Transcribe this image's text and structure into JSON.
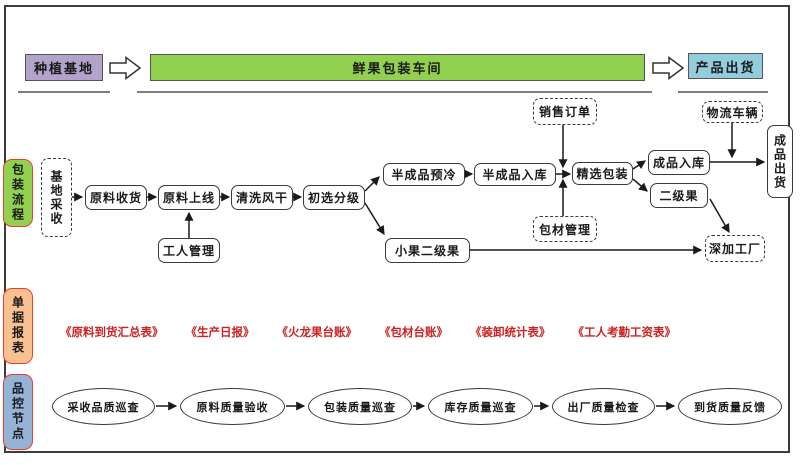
{
  "colors": {
    "purple": "#b3a2c9",
    "green": "#92d050",
    "cyan": "#93cddd",
    "orange": "#fac090",
    "blue": "#95b3d7",
    "section_border": "#e8402a",
    "report_red": "#cd2222"
  },
  "top": {
    "source": "种植基地",
    "workshop": "鲜果包装车间",
    "shipment": "产品出货"
  },
  "sections": {
    "flow": "包装流程",
    "reports": "单据报表",
    "quality": "品控节点"
  },
  "flow": {
    "base_harvest": "基地采收",
    "material_receive": "原料收货",
    "material_online": "原料上线",
    "wash_dry": "清洗风干",
    "primary_grading": "初选分级",
    "worker_mgmt": "工人管理",
    "semi_precool": "半成品预冷",
    "semi_storage": "半成品入库",
    "fine_packing": "精选包装",
    "sales_order": "销售订单",
    "packing_material_mgmt": "包材管理",
    "finished_storage": "成品入库",
    "second_grade": "二级果",
    "small_second_grade": "小果二级果",
    "logistics_vehicle": "物流车辆",
    "finished_shipment": "成品出货",
    "deep_processing": "深加工厂"
  },
  "reports": [
    "《原料到货汇总表》",
    "《生产日报》",
    "《火龙果台账》",
    "《包材台账》",
    "《装卸统计表》",
    "《工人考勤工资表》"
  ],
  "quality": [
    "采收品质巡查",
    "原料质量验收",
    "包装质量巡查",
    "库存质量巡查",
    "出厂质量检查",
    "到货质量反馈"
  ]
}
